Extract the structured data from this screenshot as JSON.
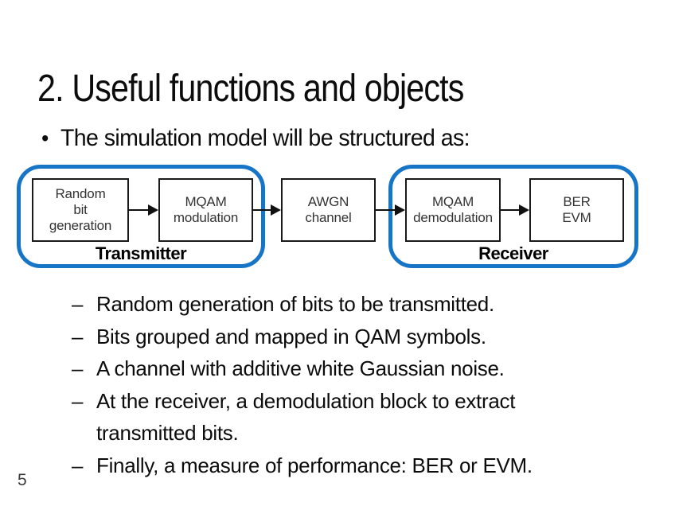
{
  "slide": {
    "page_number": "5",
    "title": "2. Useful functions and objects",
    "bullet_marker": "•",
    "main_bullet": "The simulation model will be structured as:",
    "dash_marker": "–",
    "sub_bullets": [
      "Random generation of bits to be transmitted.",
      "Bits grouped and mapped in QAM symbols.",
      "A channel with additive white Gaussian noise.",
      "At the receiver, a demodulation block to extract transmitted bits.",
      "Finally, a measure of performance: BER or EVM."
    ]
  },
  "diagram": {
    "groups": [
      {
        "label": "Transmitter"
      },
      {
        "label": "Receiver"
      }
    ],
    "blocks": [
      {
        "name": "random-bit-generation",
        "lines": [
          "Random",
          "bit",
          "generation"
        ]
      },
      {
        "name": "mqam-modulation",
        "lines": [
          "MQAM",
          "modulation"
        ]
      },
      {
        "name": "awgn-channel",
        "lines": [
          "AWGN",
          "channel"
        ]
      },
      {
        "name": "mqam-demodulation",
        "lines": [
          "MQAM",
          "demodulation"
        ]
      },
      {
        "name": "ber-evm",
        "lines": [
          "BER",
          "EVM"
        ]
      }
    ],
    "colors": {
      "group_border": "#1675c6",
      "box_border": "#1a1a1a",
      "arrow": "#111111"
    }
  }
}
